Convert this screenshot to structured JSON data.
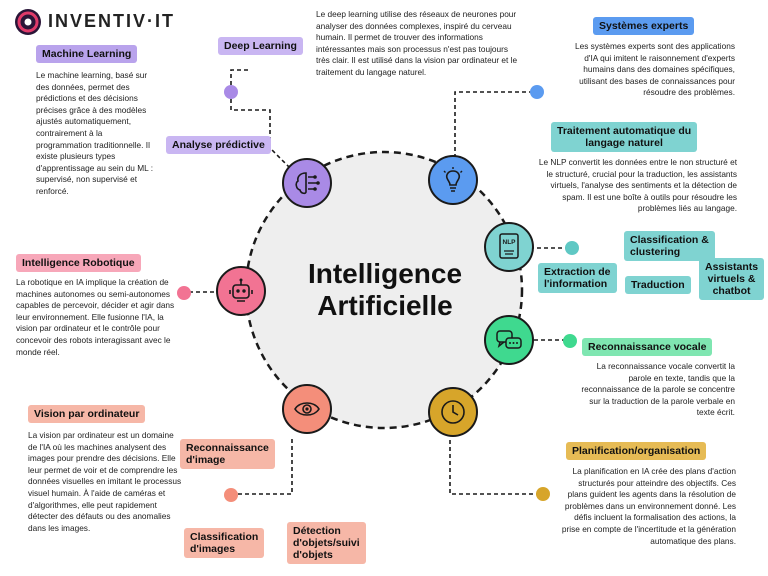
{
  "brand": {
    "name": "INVENTIV·IT"
  },
  "center": {
    "line1": "Intelligence",
    "line2": "Artificielle"
  },
  "machine_learning": {
    "label": "Machine Learning",
    "text": "Le machine learning, basé sur des données, permet des prédictions et des décisions précises grâce à des modèles ajustés automatiquement, contrairement à la programmation traditionnelle. Il existe plusieurs types d'apprentissage au sein du ML : supervisé, non supervisé et renforcé."
  },
  "deep_learning": {
    "label": "Deep Learning",
    "text": "Le deep learning utilise des réseaux de neurones pour analyser des données complexes, inspiré du cerveau humain. Il permet de trouver des informations intéressantes mais son processus n'est pas toujours très clair. Il est utilisé dans la vision par ordinateur et le traitement du langage naturel."
  },
  "analyse_predictive": {
    "label": "Analyse prédictive"
  },
  "systemes_experts": {
    "label": "Systèmes experts",
    "text": "Les systèmes experts sont des applications d'IA qui imitent le raisonnement d'experts humains dans des domaines spécifiques, utilisant des bases de connaissances pour résoudre des problèmes."
  },
  "nlp": {
    "label_line1": "Traitement automatique du",
    "label_line2": "langage naturel",
    "text": "Le NLP convertit les données entre le non structuré et le structuré, crucial pour la traduction, les assistants virtuels, l'analyse des sentiments et la détection de spam. Il est une boîte à outils pour résoudre les problèmes liés au langage.",
    "icon_text": "NLP",
    "extraction_line1": "Extraction de",
    "extraction_line2": "l'information",
    "classification_line1": "Classification &",
    "classification_line2": "clustering",
    "traduction": "Traduction",
    "assistants_line1": "Assistants",
    "assistants_line2": "virtuels &",
    "assistants_line3": "chatbot"
  },
  "robotique": {
    "label": "Intelligence Robotique",
    "text": "La robotique en IA implique la création de machines autonomes ou semi-autonomes capables de percevoir, décider et agir dans leur environnement. Elle fusionne l'IA, la vision par ordinateur et le contrôle pour concevoir des robots interagissant avec le monde réel."
  },
  "reconnaissance_vocale": {
    "label": "Reconnaissance vocale",
    "text": "La reconnaissance vocale convertit la parole en texte, tandis que la reconnaissance de la parole se concentre sur la traduction de la parole verbale en texte écrit."
  },
  "vision": {
    "label": "Vision par ordinateur",
    "text": "La vision par ordinateur est un domaine de l'IA où les machines analysent des images pour prendre des décisions. Elle leur permet de voir et de comprendre les données visuelles en imitant le processus visuel humain. À l'aide de caméras et d'algorithmes, elle peut rapidement détecter des défauts ou des anomalies dans les images.",
    "reco_line1": "Reconnaissance",
    "reco_line2": "d'image",
    "classif_line1": "Classification",
    "classif_line2": "d'images",
    "detect_line1": "Détection",
    "detect_line2": "d'objets/suivi",
    "detect_line3": "d'objets"
  },
  "planification": {
    "label": "Planification/organisation",
    "text": "La planification en IA crée des plans d'action structurés pour atteindre des objectifs. Ces plans guident les agents dans la résolution de problèmes dans un environnement donné. Les défis incluent la formalisation des actions, la prise en compte de l'incertitude et la génération automatique des plans."
  },
  "colors": {
    "purple": "#a98ae6",
    "blue": "#5b9bf0",
    "teal": "#7fd3d1",
    "green": "#3fd98f",
    "gold": "#d7a52a",
    "pink": "#f27393",
    "salmon": "#f48e7a"
  },
  "icons": [
    "brain-circuit-icon",
    "lightbulb-icon",
    "nlp-document-icon",
    "chat-bubbles-icon",
    "clock-icon",
    "eye-icon",
    "robot-icon"
  ]
}
